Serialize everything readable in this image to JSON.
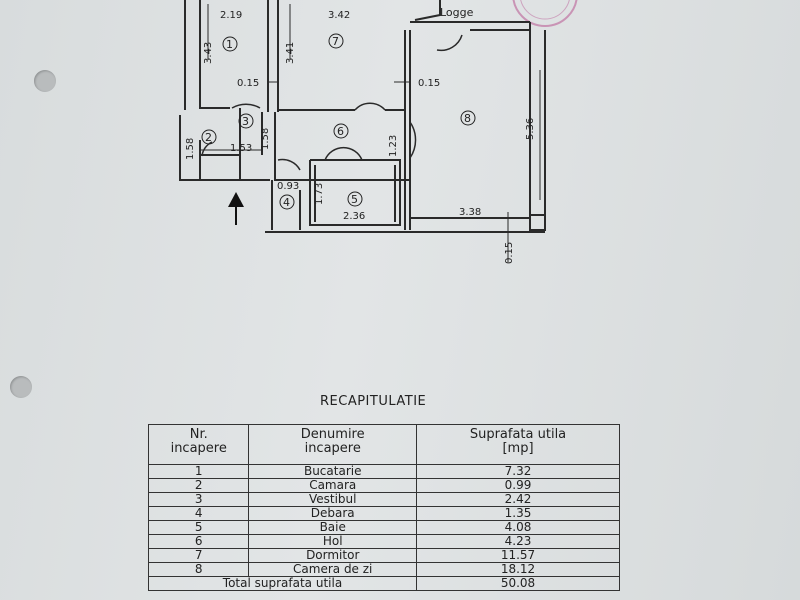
{
  "plan": {
    "loggia_label": "Logge",
    "dimensions": [
      "2.19",
      "3.42",
      "3.43",
      "3.41",
      "0.15",
      "0.15",
      "1.58",
      "1.53",
      "1.58",
      "1.23",
      "5.36",
      "0.93",
      "1.73",
      "2.36",
      "3.38",
      "0.15"
    ],
    "room_numbers": [
      "1",
      "7",
      "3",
      "2",
      "6",
      "8",
      "4",
      "5"
    ]
  },
  "recap": {
    "title": "RECAPITULATIE",
    "headers": {
      "nr": [
        "Nr.",
        "incapere"
      ],
      "name": [
        "Denumire",
        "incapere"
      ],
      "area": [
        "Suprafata utila",
        "[mp]"
      ]
    },
    "rows": [
      {
        "nr": "1",
        "name": "Bucatarie",
        "area": "7.32"
      },
      {
        "nr": "2",
        "name": "Camara",
        "area": "0.99"
      },
      {
        "nr": "3",
        "name": "Vestibul",
        "area": "2.42"
      },
      {
        "nr": "4",
        "name": "Debara",
        "area": "1.35"
      },
      {
        "nr": "5",
        "name": "Baie",
        "area": "4.08"
      },
      {
        "nr": "6",
        "name": "Hol",
        "area": "4.23"
      },
      {
        "nr": "7",
        "name": "Dormitor",
        "area": "11.57"
      },
      {
        "nr": "8",
        "name": "Camera de zi",
        "area": "18.12"
      }
    ],
    "total_label": "Total suprafata utila",
    "total_value": "50.08"
  }
}
